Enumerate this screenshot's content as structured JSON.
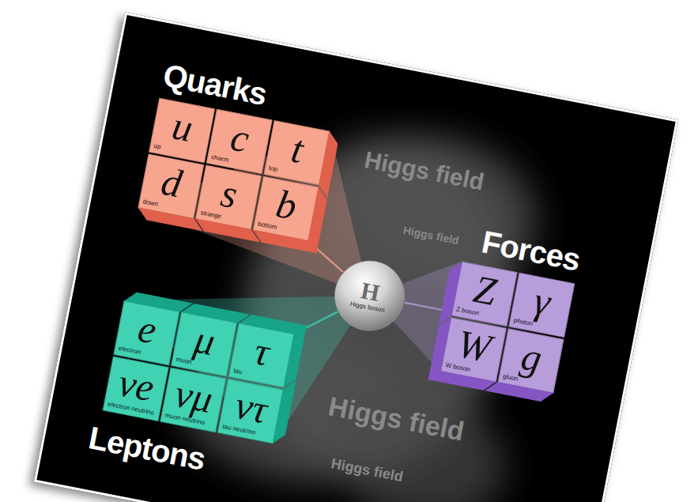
{
  "diagram": {
    "nodes": [
      {
        "text": [
          "Quarks"
        ]
      },
      {
        "text": [
          "u",
          "up"
        ],
        "in": 0
      },
      {
        "text": [
          "c",
          "charm"
        ],
        "in": 0
      },
      {
        "text": [
          "t",
          "top"
        ],
        "in": 0
      },
      {
        "text": [
          "d",
          "down"
        ],
        "in": 0
      },
      {
        "text": [
          "s",
          "strange"
        ],
        "in": 0
      },
      {
        "text": [
          "b",
          "bottom"
        ],
        "in": 0
      },
      {
        "text": [
          "Forces"
        ]
      },
      {
        "text": [
          "Z",
          "Z boson"
        ],
        "in": 7
      },
      {
        "text": [
          "γ",
          "photon"
        ],
        "in": 7
      },
      {
        "text": [
          "W",
          "W boson"
        ],
        "in": 7
      },
      {
        "text": [
          "g",
          "gluon"
        ],
        "in": 7
      },
      {
        "text": [
          "H",
          "Higgs boson"
        ]
      },
      {
        "text": [
          "Leptons"
        ]
      },
      {
        "text": [
          "e",
          "electron"
        ],
        "in": 13
      },
      {
        "text": [
          "μ",
          "muon"
        ],
        "in": 13
      },
      {
        "text": [
          "τ",
          "tau"
        ],
        "in": 13
      },
      {
        "text": [
          "νe",
          "electron neutrino"
        ],
        "in": 13
      },
      {
        "text": [
          "νμ",
          "muon neutrino"
        ],
        "in": 13
      },
      {
        "text": [
          "ντ",
          "tau neutrino"
        ],
        "in": 13
      }
    ],
    "edges": [
      {
        "from": 12,
        "to": 0,
        "arrow": "none"
      },
      {
        "from": 12,
        "to": 7,
        "arrow": "none"
      },
      {
        "from": 12,
        "to": 13,
        "arrow": "none"
      }
    ],
    "labels": [
      "Higgs field",
      "Higgs field",
      "Higgs field",
      "Higgs field"
    ]
  }
}
